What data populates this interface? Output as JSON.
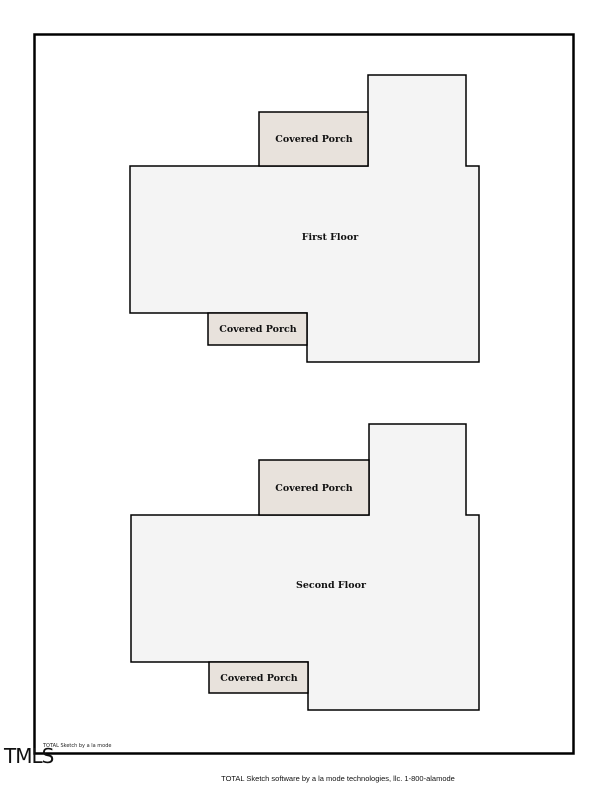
{
  "first_floor": {
    "label": "First Floor",
    "top_porch_label": "Covered Porch",
    "bottom_porch_label": "Covered Porch"
  },
  "second_floor": {
    "label": "Second Floor",
    "top_porch_label": "Covered Porch",
    "bottom_porch_label": "Covered Porch"
  },
  "credit_small": "TOTAL Sketch by a la mode",
  "watermark": "TMLS",
  "footer_text": "TOTAL Sketch software by a la mode technologies, llc. 1-800-alamode",
  "colors": {
    "floor_fill": "#f4f4f4",
    "porch_fill": "#e8e2dc",
    "outline": "#000000"
  }
}
